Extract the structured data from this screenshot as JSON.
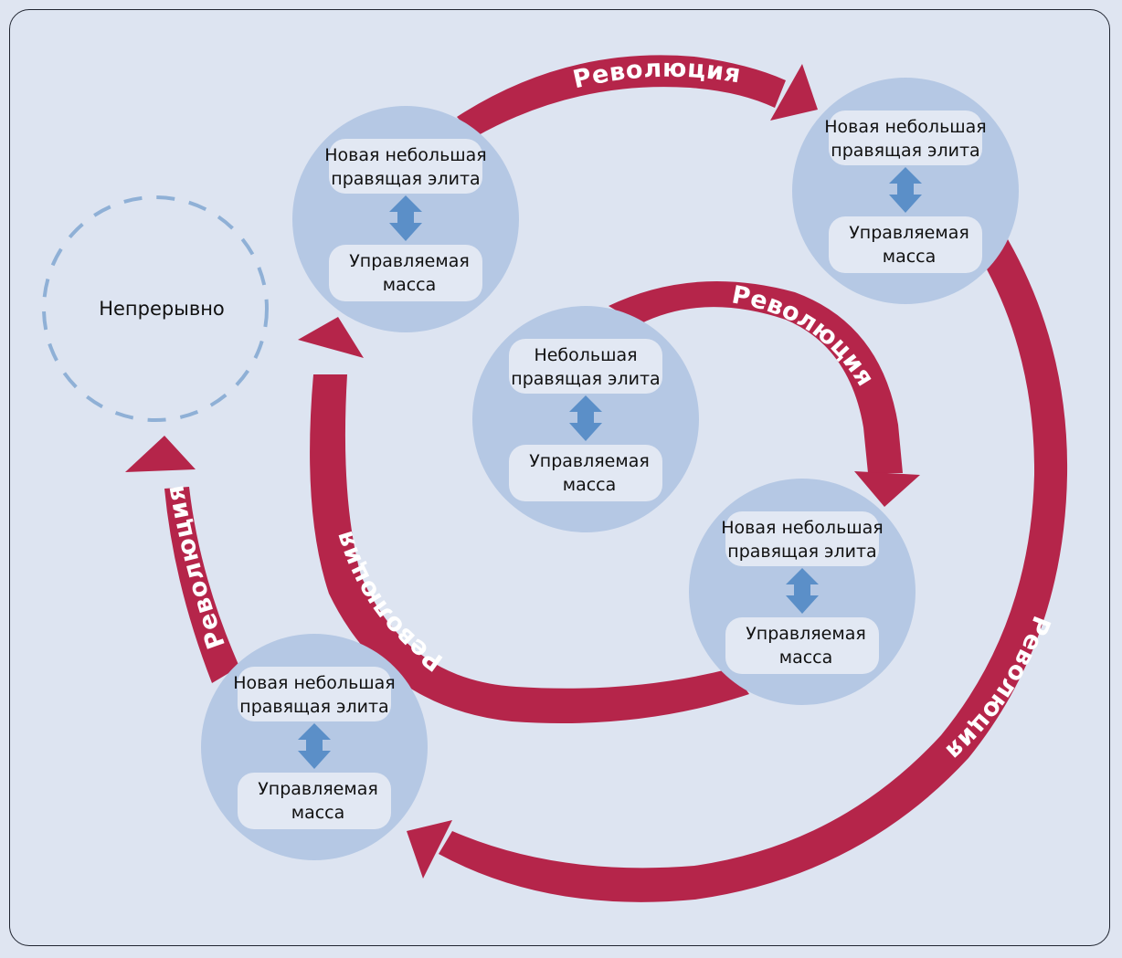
{
  "colors": {
    "background": "#dde4f1",
    "frame_border": "#1f2430",
    "node_circle": "#b5c8e4",
    "node_box": "#e2e8f3",
    "exchange_arrow": "#5b8fc8",
    "revolution_arrow": "#b5254a",
    "dashed_circle": "#8fb0d6"
  },
  "continuous": {
    "label": "Непрерывно"
  },
  "nodes": [
    {
      "id": "center",
      "elite": [
        "Небольшая",
        "правящая элита"
      ],
      "mass": [
        "Управляемая",
        "масса"
      ]
    },
    {
      "id": "lower-right",
      "elite": [
        "Новая небольшая",
        "правящая элита"
      ],
      "mass": [
        "Управляемая",
        "масса"
      ]
    },
    {
      "id": "upper-left",
      "elite": [
        "Новая небольшая",
        "правящая элита"
      ],
      "mass": [
        "Управляемая",
        "масса"
      ]
    },
    {
      "id": "upper-right",
      "elite": [
        "Новая небольшая",
        "правящая элита"
      ],
      "mass": [
        "Управляемая",
        "масса"
      ]
    },
    {
      "id": "bottom-left",
      "elite": [
        "Новая небольшая",
        "правящая элита"
      ],
      "mass": [
        "Управляемая",
        "масса"
      ]
    }
  ],
  "arrows": [
    {
      "id": "center-to-lower-right",
      "label": "Революция"
    },
    {
      "id": "lower-right-to-upper-left",
      "label": "Революция"
    },
    {
      "id": "upper-left-to-upper-right",
      "label": "Революция"
    },
    {
      "id": "upper-right-to-bottom-left",
      "label": "Революция"
    },
    {
      "id": "bottom-left-to-continuous",
      "label": "Революция"
    }
  ]
}
